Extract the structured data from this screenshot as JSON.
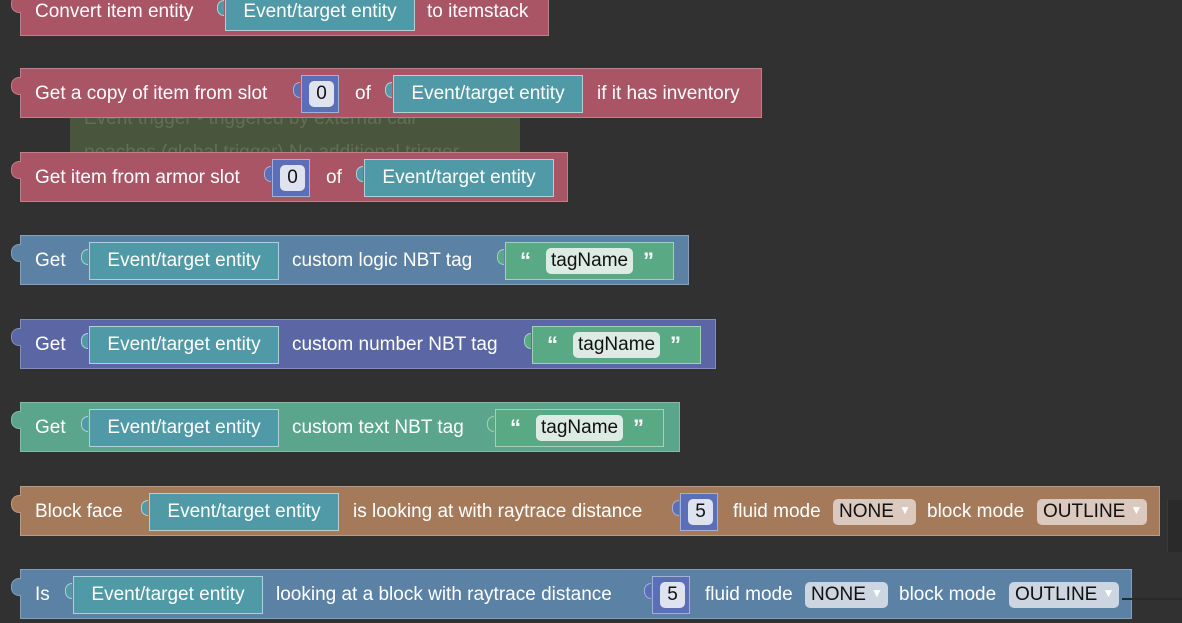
{
  "colors": {
    "workspace": "#313131",
    "inventory_block": "#a95565",
    "logic_block": "#5b81a5",
    "number_block": "#5b67a5",
    "text_block": "#5ba58c",
    "raytrace_block": "#a57a5b",
    "entity_input": "#4f9aa6",
    "number_input": "#5a6fb8",
    "text_input": "#59a985"
  },
  "ghost": {
    "line1": "Event trigger - triggered by external call",
    "line2": "peaches (global trigger)",
    "line3": "No additional trigger"
  },
  "b1": {
    "prefix": "Convert item entity",
    "entity": "Event/target entity",
    "suffix": "to itemstack"
  },
  "b2": {
    "prefix": "Get a copy of item from slot",
    "slot": "0",
    "of": "of",
    "entity": "Event/target entity",
    "suffix": "if it has inventory"
  },
  "b3": {
    "prefix": "Get item from armor slot",
    "slot": "0",
    "of": "of",
    "entity": "Event/target entity"
  },
  "b4": {
    "prefix": "Get",
    "entity": "Event/target entity",
    "middle": "custom logic NBT tag",
    "open_quote": "“",
    "tag": "tagName",
    "close_quote": "”"
  },
  "b5": {
    "prefix": "Get",
    "entity": "Event/target entity",
    "middle": "custom number NBT tag",
    "open_quote": "“",
    "tag": "tagName",
    "close_quote": "”"
  },
  "b6": {
    "prefix": "Get",
    "entity": "Event/target entity",
    "middle": "custom text NBT tag",
    "open_quote": "“",
    "tag": "tagName",
    "close_quote": "”"
  },
  "b7": {
    "prefix": "Block face",
    "entity": "Event/target entity",
    "middle": "is looking at with raytrace distance",
    "distance": "5",
    "fluid_label": "fluid mode",
    "fluid_value": "NONE",
    "block_label": "block mode",
    "block_value": "OUTLINE"
  },
  "b8": {
    "prefix": "Is",
    "entity": "Event/target entity",
    "middle": "looking at a block with raytrace distance",
    "distance": "5",
    "fluid_label": "fluid mode",
    "fluid_value": "NONE",
    "block_label": "block mode",
    "block_value": "OUTLINE"
  }
}
